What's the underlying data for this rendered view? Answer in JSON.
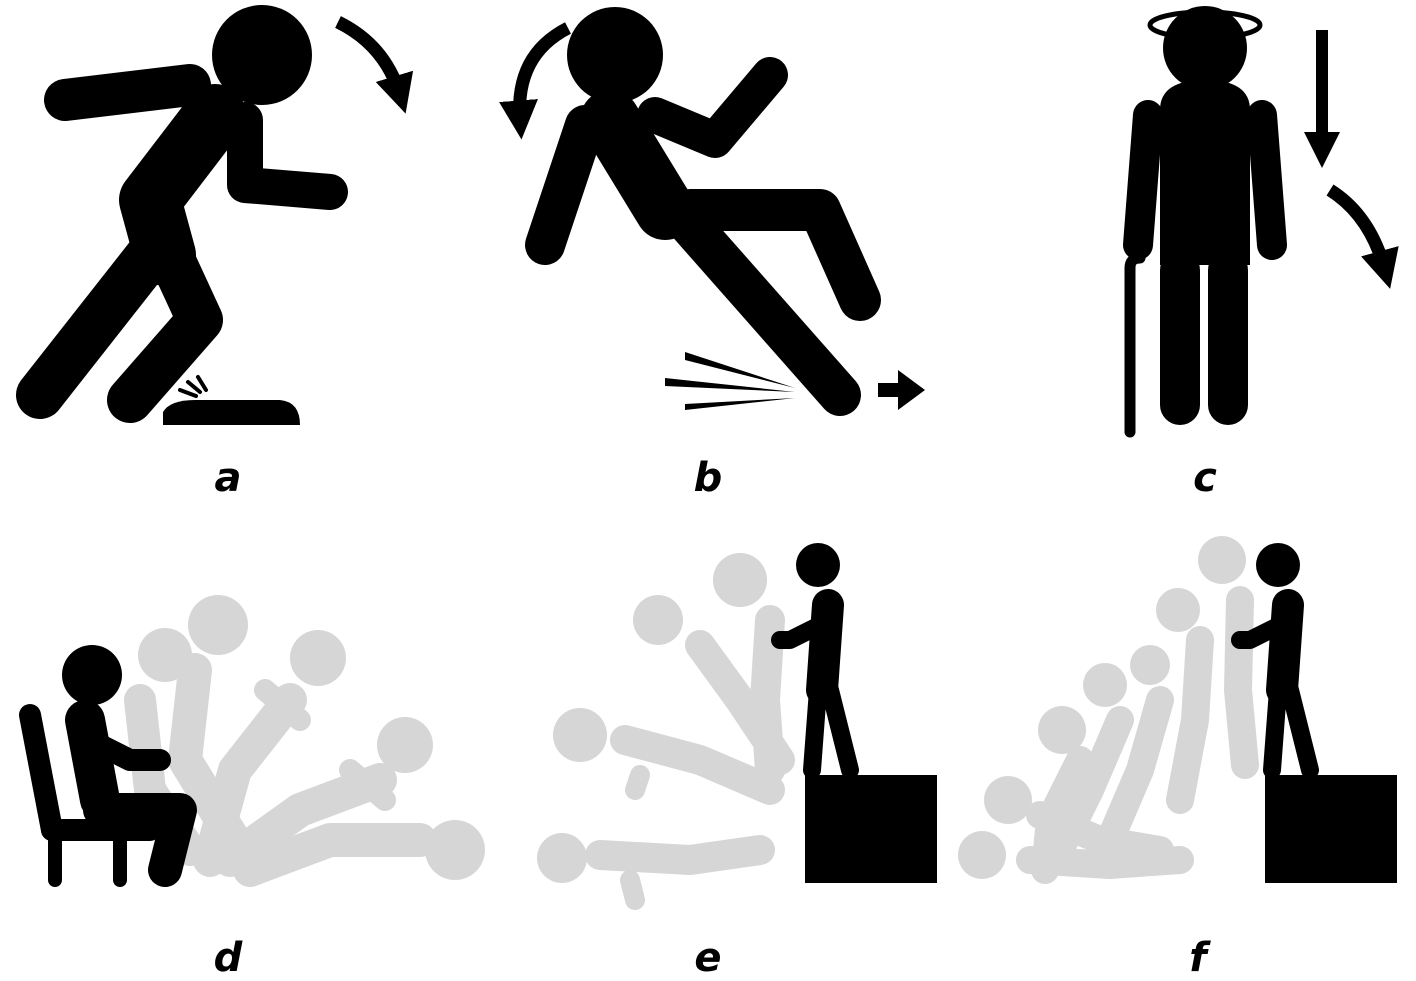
{
  "panels": [
    {
      "label": "a",
      "figure": "trip-over-obstacle-icon"
    },
    {
      "label": "b",
      "figure": "slip-forward-feet-icon"
    },
    {
      "label": "c",
      "figure": "dizzy-elder-cane-icon"
    },
    {
      "label": "d",
      "figure": "fall-from-chair-sequence-icon"
    },
    {
      "label": "e",
      "figure": "fall-from-step-backward-sequence-icon"
    },
    {
      "label": "f",
      "figure": "fall-from-step-collapse-sequence-icon"
    }
  ],
  "colors": {
    "figure": "#000000",
    "ghost": "#d6d6d6",
    "ghost_outline": "#bdbdbd",
    "background": "#ffffff"
  }
}
